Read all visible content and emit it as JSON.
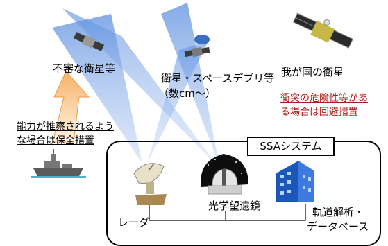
{
  "labels": {
    "suspicious_satellites": "不審な衛星等",
    "satellites_debris": "衛星・スペースデブリ等",
    "satellites_debris_count": "（数cm～）",
    "our_satellites": "我が国の衛星",
    "avoidance_line1": "衝突の危険性等があ",
    "avoidance_line2": "る場合は回避措置",
    "protection_line1": "能力が推察されるよう",
    "protection_line2": "な場合は保全措置",
    "ssa_system": "SSAシステム",
    "radar": "レーダ",
    "optical_telescope": "光学望遠鏡",
    "orbit_db_line1": "軌道解析・",
    "orbit_db_line2": "データベース"
  },
  "colors": {
    "beam": "#7fa6e3",
    "warning_arrow": "#f7b267",
    "red_text": "#b01a1a"
  }
}
